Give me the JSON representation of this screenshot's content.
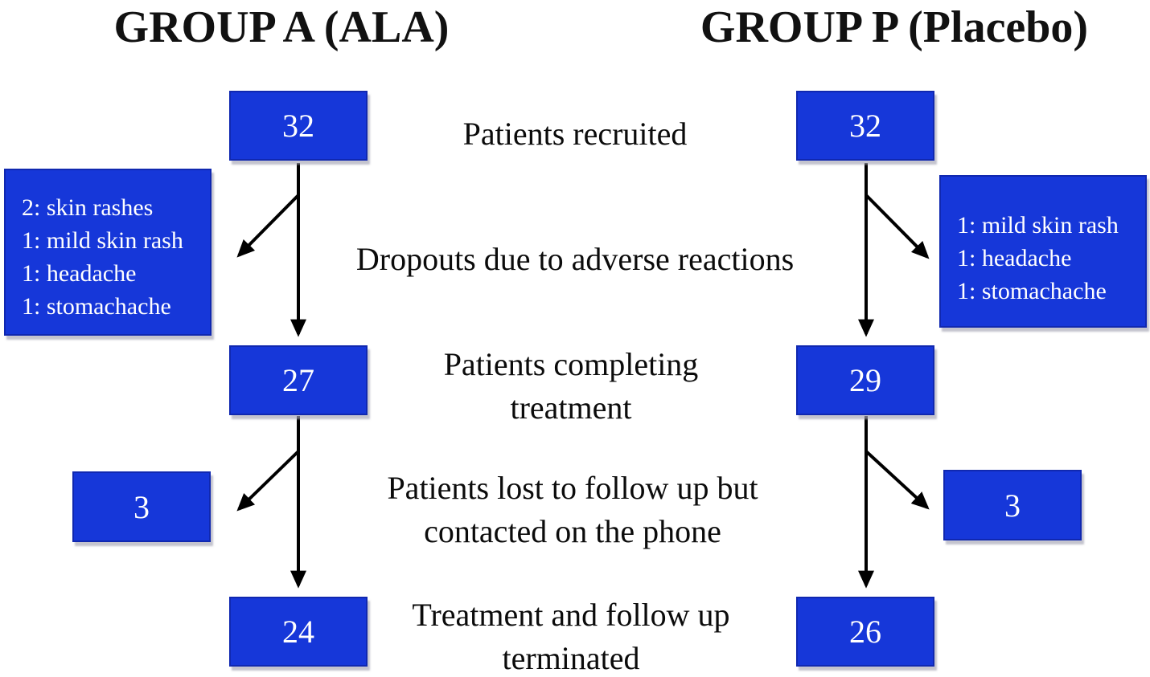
{
  "diagram": {
    "titles": {
      "left": "GROUP A (ALA)",
      "right": "GROUP P (Placebo)"
    },
    "colors": {
      "box_fill": "#1637d9",
      "box_border": "#1028b0",
      "box_text": "#ffffff",
      "label_text": "#0b0b0b",
      "arrow": "#000000",
      "background": "#ffffff"
    },
    "steps": {
      "recruited": {
        "label": "Patients recruited",
        "left_value": "32",
        "right_value": "32"
      },
      "dropouts": {
        "label": "Dropouts due to adverse reactions",
        "left_reasons": [
          "2: skin rashes",
          "1: mild skin rash",
          "1: headache",
          "1: stomachache"
        ],
        "right_reasons": [
          "1: mild skin rash",
          "1: headache",
          "1: stomachache"
        ]
      },
      "completing": {
        "label": "Patients completing\ntreatment",
        "left_value": "27",
        "right_value": "29"
      },
      "lost": {
        "label": "Patients lost to follow up but\ncontacted on the phone",
        "left_value": "3",
        "right_value": "3"
      },
      "terminated": {
        "label": "Treatment and follow up\nterminated",
        "left_value": "24",
        "right_value": "26"
      }
    }
  }
}
